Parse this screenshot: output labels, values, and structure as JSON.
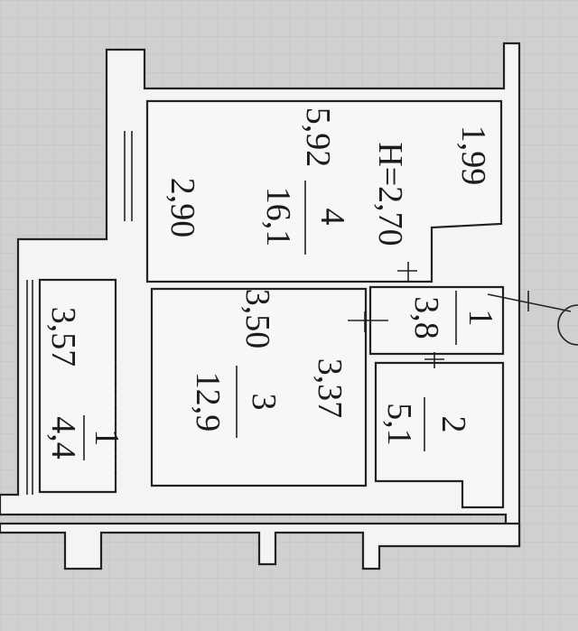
{
  "plan": {
    "ceiling_height": "Н=2,70",
    "rooms": [
      {
        "number": "4",
        "area": "16,1",
        "dims": [
          "5,92",
          "2,90",
          "1,99"
        ]
      },
      {
        "number": "3",
        "area": "12,9",
        "dims": [
          "3,50",
          "3,37"
        ]
      },
      {
        "number": "1",
        "area": "3,8"
      },
      {
        "number": "2",
        "area": "5,1"
      },
      {
        "number": "1",
        "area": "4,4",
        "dims": [
          "3,57"
        ]
      }
    ]
  }
}
